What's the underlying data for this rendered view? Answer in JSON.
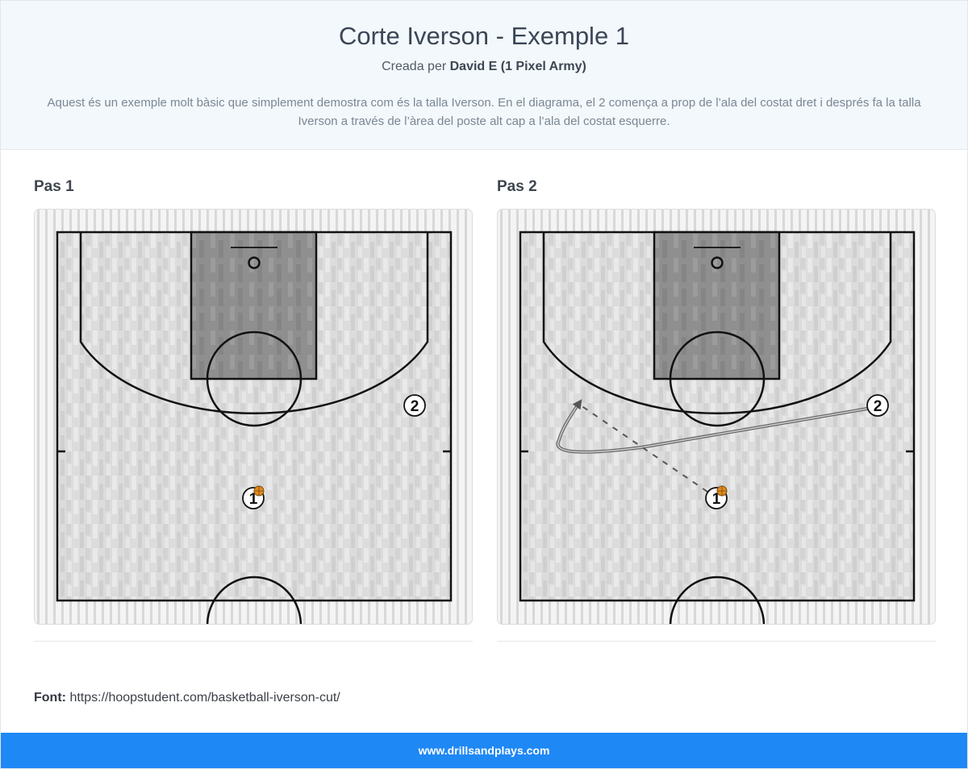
{
  "header": {
    "title": "Corte Iverson - Exemple 1",
    "byline_prefix": "Creada per",
    "author": "David E (1 Pixel Army)",
    "description": "Aquest és un exemple molt bàsic que simplement demostra com és la talla Iverson. En el diagrama, el 2 comença a prop de l’ala del costat dret i després fa la talla Iverson a través de l’àrea del poste alt cap a l’ala del costat esquerre."
  },
  "steps": [
    {
      "title": "Pas 1",
      "players": [
        "1",
        "2"
      ],
      "ball_holder": "1"
    },
    {
      "title": "Pas 2",
      "players": [
        "1",
        "2"
      ],
      "ball_holder": "1"
    }
  ],
  "source": {
    "label": "Font:",
    "url": "https://hoopstudent.com/basketball-iverson-cut/"
  },
  "footer": {
    "site": "www.drillsandplays.com"
  },
  "colors": {
    "header_bg": "#f3f8fc",
    "footer_bg": "#1e88f5",
    "court_bg": "#dcdcdc",
    "paint": "#8f8f8f",
    "ball": "#e08a1e"
  }
}
